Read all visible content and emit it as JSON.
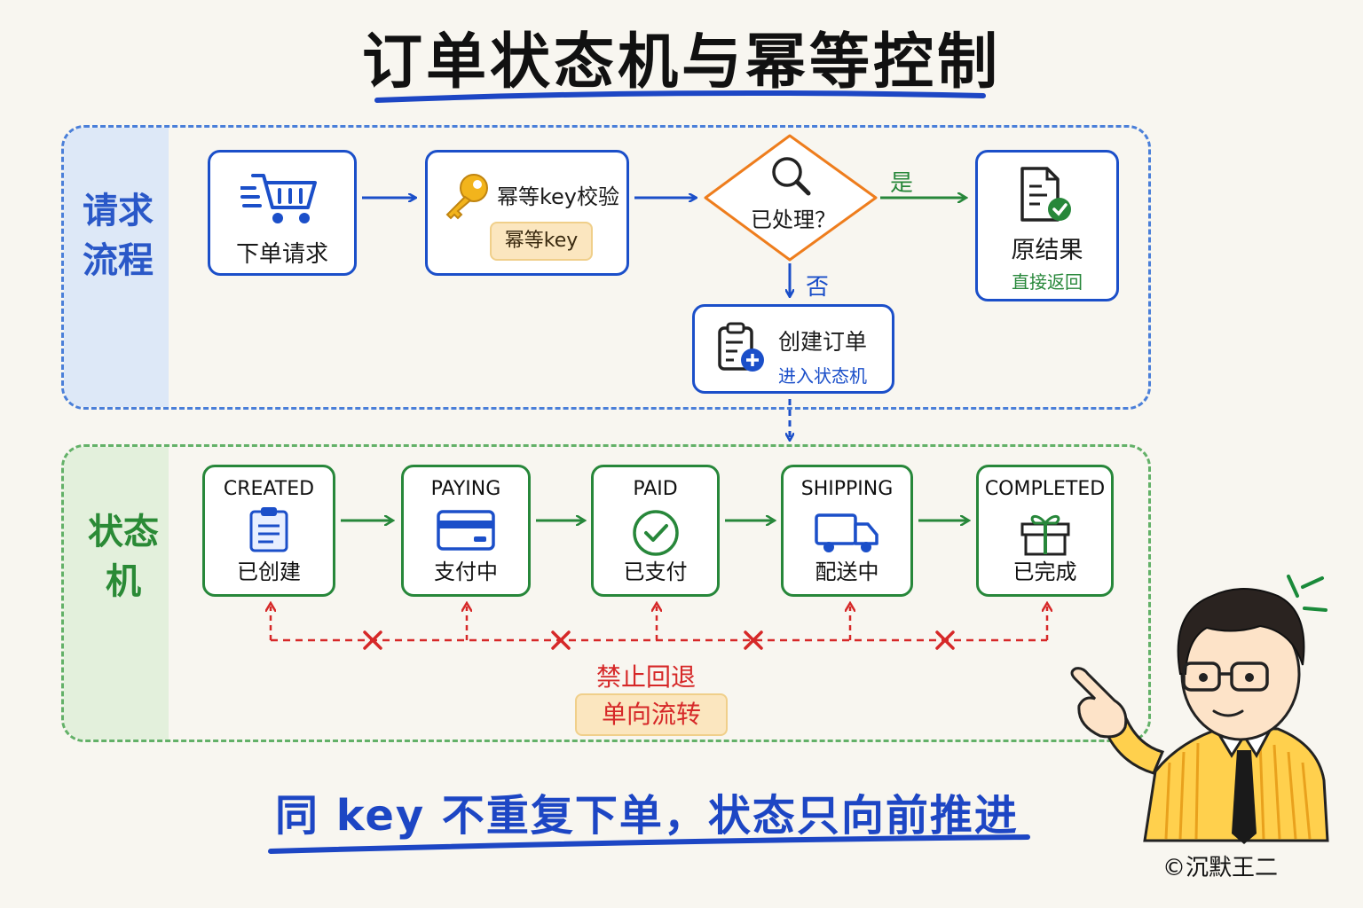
{
  "title": "订单状态机与幂等控制",
  "colors": {
    "blue": "#1b4fc9",
    "green": "#27873a",
    "red": "#d62828",
    "orange": "#ee7d1d",
    "chip_bg": "#fbe6bf"
  },
  "request_panel": {
    "label_line1": "请求",
    "label_line2": "流程",
    "order_request": {
      "label": "下单请求",
      "icon": "shopping-cart-icon"
    },
    "key_check": {
      "label": "幂等key校验",
      "chip": "幂等key",
      "icon": "key-icon"
    },
    "decision": {
      "label": "已处理？",
      "icon": "magnifier-icon"
    },
    "yes_label": "是",
    "no_label": "否",
    "original_result": {
      "label": "原结果",
      "sublabel": "直接返回",
      "icon": "document-check-icon"
    },
    "create_order": {
      "label": "创建订单",
      "sublabel": "进入状态机",
      "icon": "clipboard-plus-icon"
    }
  },
  "state_panel": {
    "label": "状态机",
    "states": [
      {
        "en": "CREATED",
        "cn": "已创建",
        "icon": "clipboard-icon"
      },
      {
        "en": "PAYING",
        "cn": "支付中",
        "icon": "credit-card-icon"
      },
      {
        "en": "PAID",
        "cn": "已支付",
        "icon": "check-circle-icon"
      },
      {
        "en": "SHIPPING",
        "cn": "配送中",
        "icon": "truck-icon"
      },
      {
        "en": "COMPLETED",
        "cn": "已完成",
        "icon": "gift-icon"
      }
    ],
    "forbid_label": "禁止回退",
    "one_way_chip": "单向流转"
  },
  "footer": "同 key 不重复下单，状态只向前推进",
  "copyright": "©沉默王二"
}
